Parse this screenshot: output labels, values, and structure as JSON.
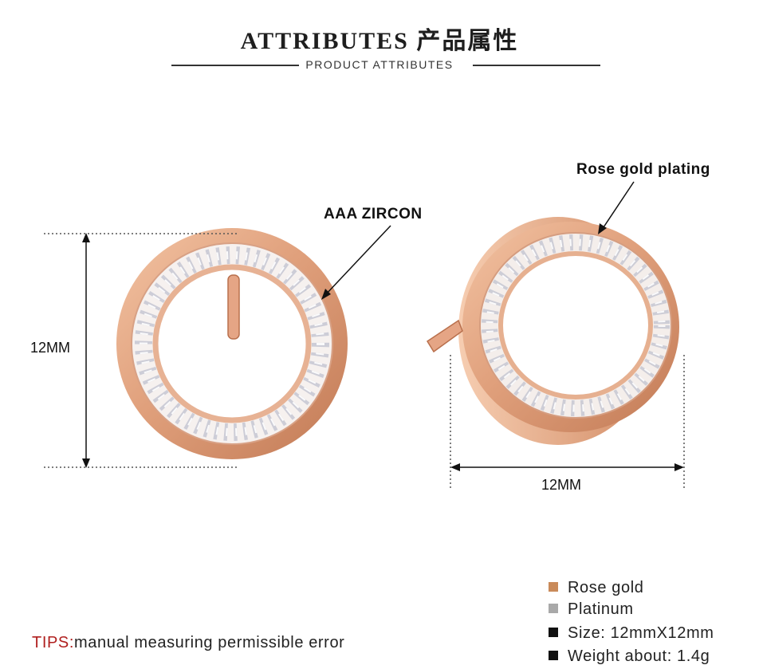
{
  "header": {
    "title": "ATTRIBUTES 产品属性",
    "subtitle": "PRODUCT ATTRIBUTES"
  },
  "callouts": {
    "zircon": "AAA ZIRCON",
    "plating": "Rose gold plating"
  },
  "dimensions": {
    "height_label": "12MM",
    "width_label": "12MM"
  },
  "tips": {
    "prefix": "TIPS:",
    "text": "manual measuring permissible error"
  },
  "legend": [
    {
      "label": "Rose gold",
      "color": "#c98a5a"
    },
    {
      "label": "Platinum",
      "color": "#a9a9a9"
    },
    {
      "label": "Size: 12mmX12mm",
      "color": "#111111"
    },
    {
      "label": "Weight about: 1.4g",
      "color": "#111111"
    }
  ],
  "colors": {
    "rose_gold": "#e2a583",
    "rose_gold_dark": "#c07a55",
    "tips_red": "#b0201f"
  }
}
